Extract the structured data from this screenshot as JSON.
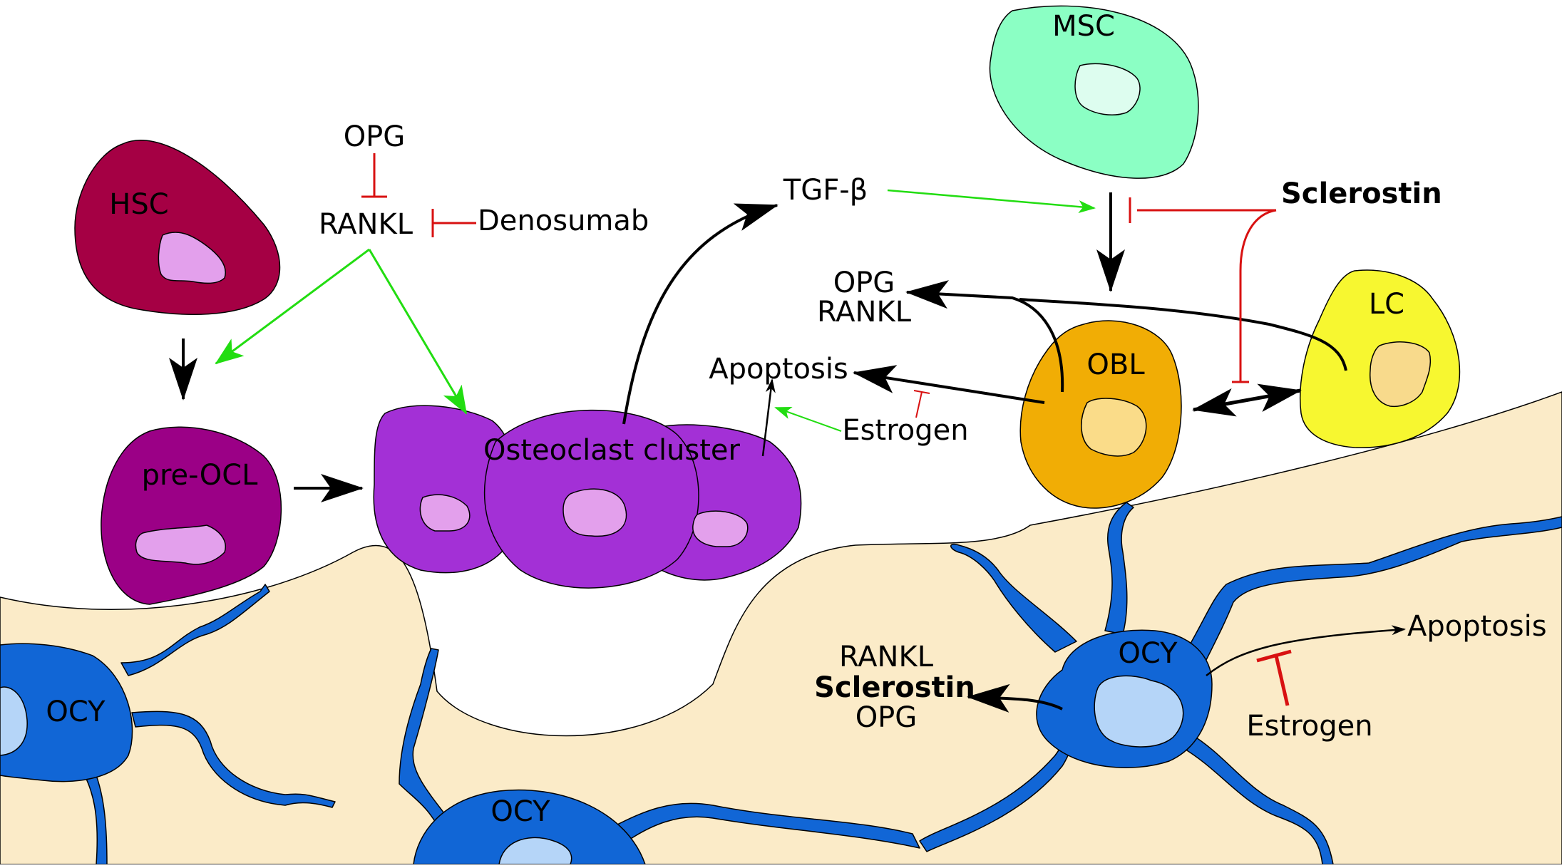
{
  "colors": {
    "bone": "#FBEBC8",
    "osteocyte": "#1166D6",
    "osteocyte_nucleus": "#B5D5F8",
    "hsc": "#A50044",
    "pre_ocl": "#9B0086",
    "osteoclast": "#A330D6",
    "osteoclast_nucleus": "#E3A0EC",
    "msc": "#8BFFC4",
    "msc_nucleus": "#DDFDEF",
    "obl": "#F1AD05",
    "obl_nucleus": "#FADC89",
    "lc": "#F7F730",
    "lc_nucleus": "#F8DA8C",
    "activation": "#22DD11",
    "inhibition": "#D81111",
    "arrow": "#000000"
  },
  "cells": {
    "hsc": "HSC",
    "pre_ocl": "pre-OCL",
    "osteoclast_cluster": "Osteoclast cluster",
    "msc": "MSC",
    "obl": "OBL",
    "lc": "LC",
    "ocy_left": "OCY",
    "ocy_bottom": "OCY",
    "ocy_right": "OCY"
  },
  "labels": {
    "opg_top": "OPG",
    "rankl_top": "RANKL",
    "denosumab": "Denosumab",
    "tgf_beta": "TGF-β",
    "sclerostin_top": "Sclerostin",
    "opg_obl": "OPG",
    "rankl_obl": "RANKL",
    "apoptosis_ocl": "Apoptosis",
    "estrogen_ocl": "Estrogen",
    "rankl_ocy": "RANKL",
    "sclerostin_ocy": "Sclerostin",
    "opg_ocy": "OPG",
    "apoptosis_ocy": "Apoptosis",
    "estrogen_ocy": "Estrogen"
  }
}
